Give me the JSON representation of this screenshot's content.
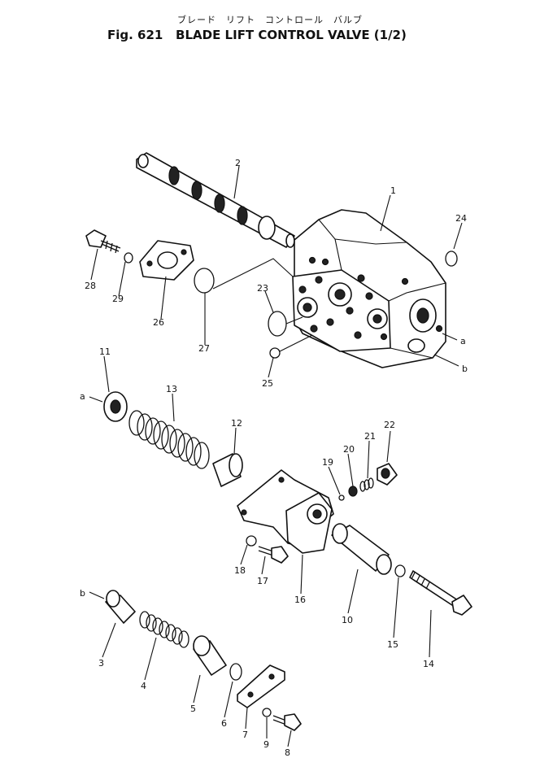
{
  "header": {
    "japanese_title": "ブレード　リフト　コントロール　バルブ",
    "figure_number": "Fig. 621",
    "title": "BLADE LIFT CONTROL VALVE (1/2)"
  },
  "callouts": [
    "1",
    "2",
    "3",
    "4",
    "5",
    "6",
    "7",
    "8",
    "9",
    "10",
    "11",
    "12",
    "13",
    "14",
    "15",
    "16",
    "17",
    "18",
    "19",
    "20",
    "21",
    "22",
    "23",
    "24",
    "25",
    "26",
    "27",
    "28",
    "29"
  ],
  "port_labels": {
    "a": "a",
    "b": "b"
  }
}
